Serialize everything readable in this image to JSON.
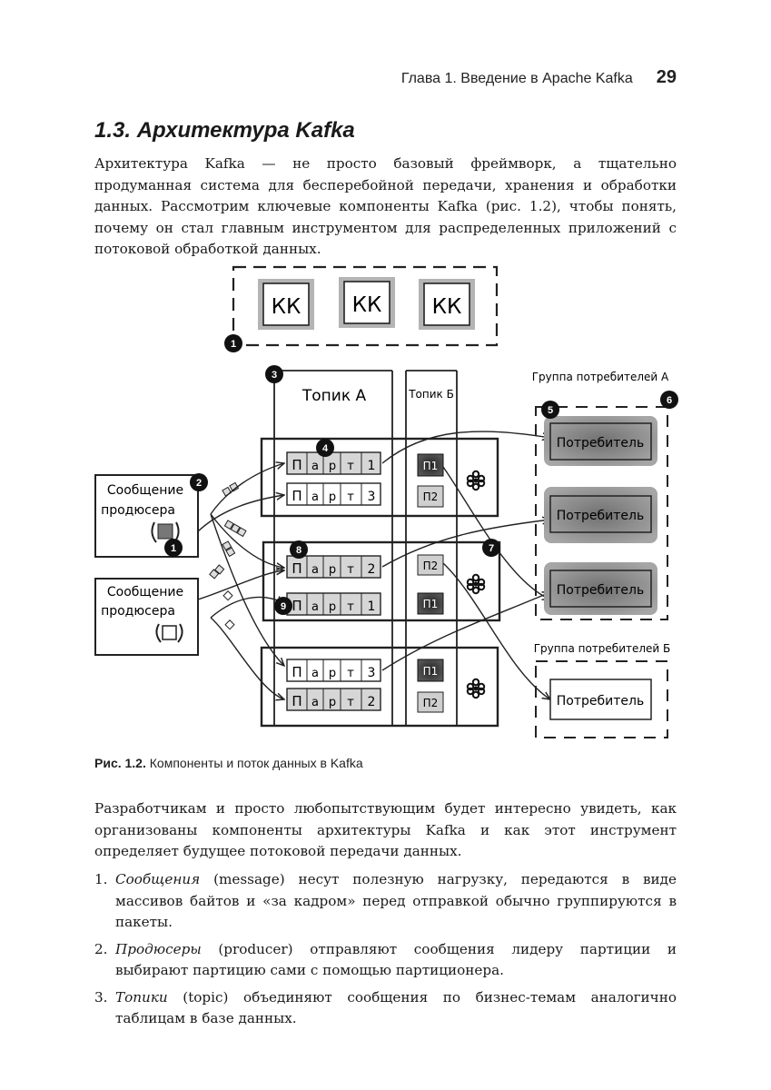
{
  "header": {
    "chapter": "Глава 1. Введение в Apache Kafka",
    "page_number": "29"
  },
  "section": {
    "title": "1.3. Архитектура Kafka"
  },
  "intro_paragraph": "Архитектура Kafka — не просто базовый фреймворк, а тщательно продуманная система для бесперебойной передачи, хранения и обработки данных. Рассмотрим ключевые компоненты Kafka (рис. 1.2), чтобы понять, почему он стал главным инструментом для распределенных приложений с потоковой обработкой данных.",
  "figure": {
    "controller_labels": [
      "КК",
      "КК",
      "КК"
    ],
    "topic_a": "Топик А",
    "topic_b": "Топик Б",
    "group_a": "Группа потребителей А",
    "group_b": "Группа потребителей Б",
    "producer_message": [
      "Сообщение",
      "продюсера"
    ],
    "consumer": "Потребитель",
    "partition_letters": [
      "П",
      "а",
      "р",
      "т"
    ],
    "p1_digit": "1",
    "p2_digit": "2",
    "p3_digit": "3",
    "tb_p1": "П1",
    "tb_p2": "П2",
    "markers": [
      "1",
      "2",
      "3",
      "4",
      "5",
      "6",
      "7",
      "8",
      "9"
    ]
  },
  "caption": {
    "label": "Рис. 1.2.",
    "text": "Компоненты и поток данных в Kafka"
  },
  "body_paragraph": "Разработчикам и просто любопытствующим будет интересно увидеть, как организованы компоненты архитектуры Kafka и как этот инструмент определяет будущее потоковой передачи данных.",
  "list": [
    {
      "num": "1.",
      "term": "Сообщения",
      "text": " (message) несут полезную нагрузку, передаются в виде массивов байтов и «за кадром» перед отправкой обычно группируются в пакеты."
    },
    {
      "num": "2.",
      "term": "Продюсеры",
      "text": " (producer) отправляют сообщения лидеру партиции и выбирают партицию сами с помощью партиционера."
    },
    {
      "num": "3.",
      "term": "Топики",
      "text": " (topic) объединяют сообщения по бизнес-темам аналогично таблицам в базе данных."
    }
  ]
}
